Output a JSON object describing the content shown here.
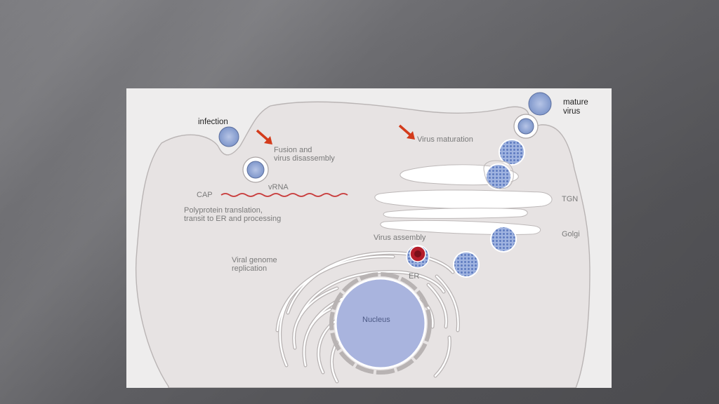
{
  "labels": {
    "infection": "infection",
    "fusion": "Fusion and\nvirus disassembly",
    "maturation": "Virus maturation",
    "mature_virus": "mature\nvirus",
    "cap": "CAP",
    "vrna": "vRNA",
    "polyprotein": "Polyprotein translation,\ntransit to ER and processing",
    "tgn": "TGN",
    "golgi": "Golgi",
    "assembly": "Virus assembly",
    "replication": "Viral genome\nreplication",
    "er": "ER",
    "nucleus": "Nucleus"
  },
  "colors": {
    "cell_fill": "#e7e3e3",
    "virus_blue": "#8fa6d6",
    "nucleus": "#a9b4de",
    "arrow_red": "#d33b1b",
    "rna_red": "#c83a3a",
    "assembly_red": "#b51d2b"
  }
}
